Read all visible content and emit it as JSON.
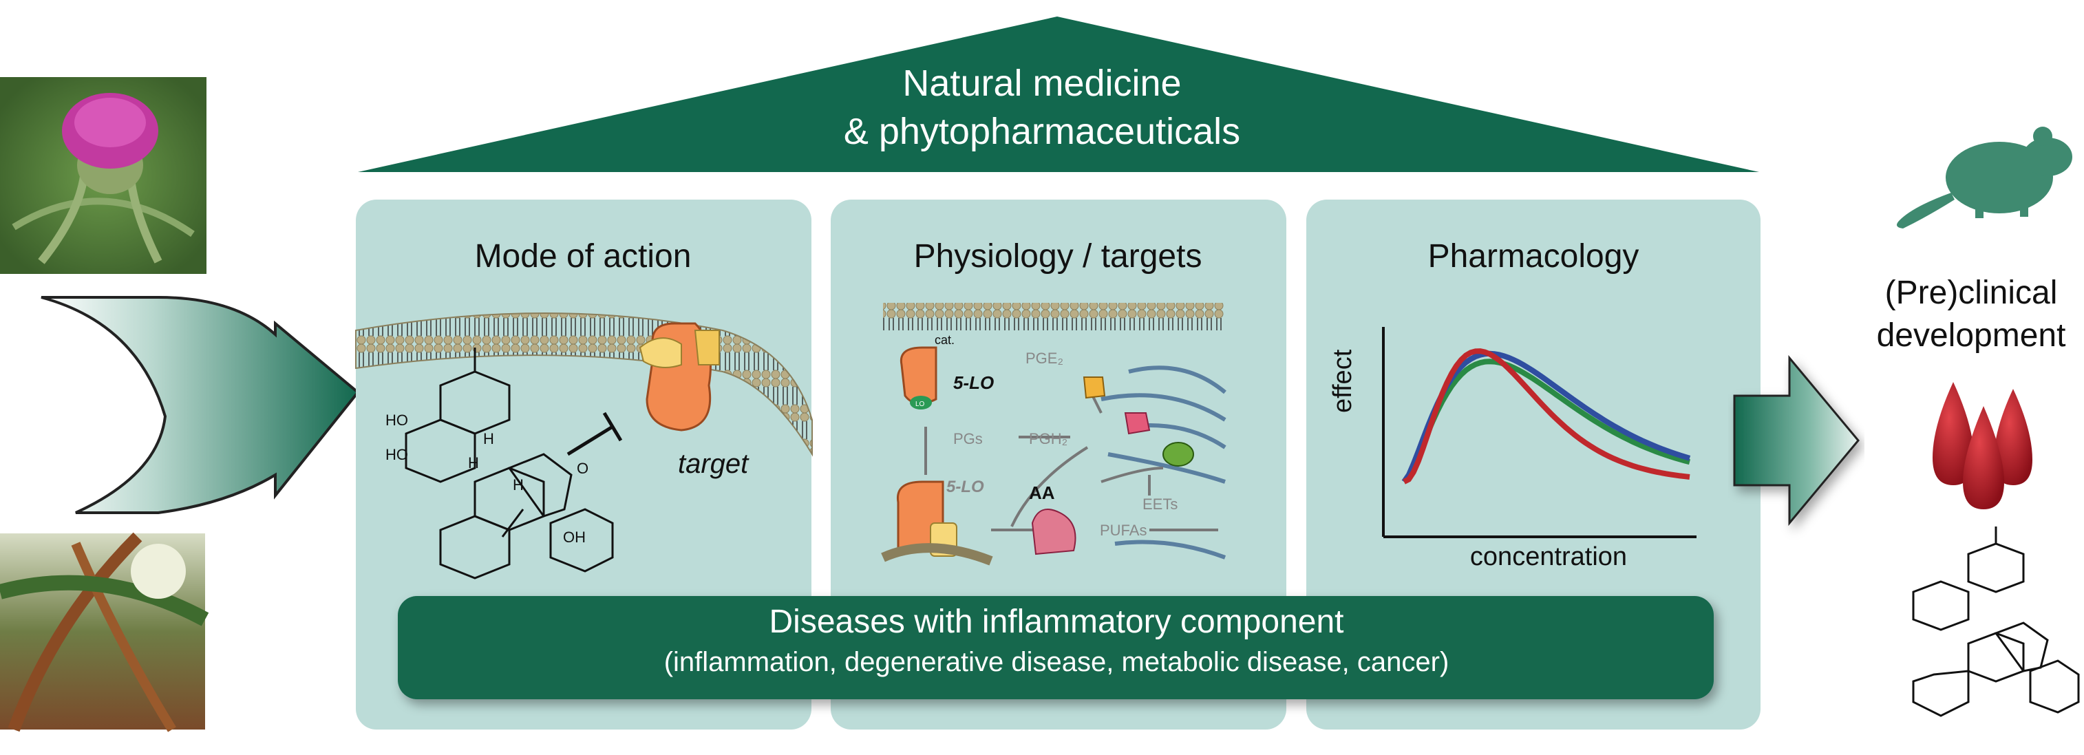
{
  "roof": {
    "line1": "Natural medicine",
    "line2": "& phytopharmaceuticals"
  },
  "columns": [
    {
      "title": "Mode of action"
    },
    {
      "title": "Physiology / targets"
    },
    {
      "title": "Pharmacology"
    }
  ],
  "mode_of_action": {
    "target_label": "target"
  },
  "physiology": {
    "cat": "cat.",
    "lo_top": "5-LO",
    "lo_mid": "5-LO",
    "lo_badge": "LO",
    "pge2": "PGE₂",
    "pgs": "PGs",
    "pgh2": "PGH₂",
    "aa": "AA",
    "eets": "EETs",
    "pufas": "PUFAs"
  },
  "pharmacology": {
    "xlabel": "concentration",
    "ylabel": "effect"
  },
  "disease_bar": {
    "title": "Diseases with inflammatory component",
    "subtitle": "(inflammation, degenerative disease, metabolic disease, cancer)"
  },
  "development": {
    "label": "(Pre)clinical development"
  },
  "colors": {
    "dark_green": "#12684e",
    "panel": "#bcdcd8",
    "curve_red": "#c0282c",
    "curve_blue": "#2f4ea0",
    "curve_green": "#2a8a45",
    "blood": "#a01620"
  },
  "molecule": {
    "ho1": "HO",
    "ho2": "HO",
    "h1": "H",
    "h2": "H",
    "h3": "H",
    "o_ketone": "O",
    "oh": "OH"
  }
}
